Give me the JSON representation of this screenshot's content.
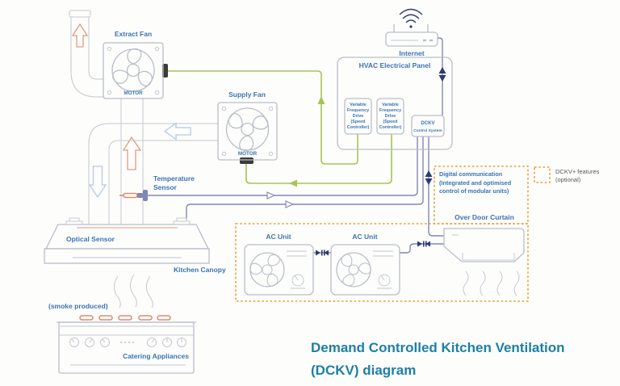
{
  "diagram": {
    "labels": {
      "extract_fan": "Extract Fan",
      "motor": "MOTOR",
      "supply_fan": "Supply Fan",
      "internet": "Internet",
      "hvac_panel": "HVAC Electrical Panel",
      "vfd_lines": [
        "Variable",
        "Frequency",
        "Drive",
        "(Speed",
        "Controller)"
      ],
      "dckv_lines": [
        "DCKV",
        "Control System"
      ],
      "digital_comm_lines": [
        "Digital communication",
        "(Integrated and optimised",
        "control of modular units)"
      ],
      "dckv_plus_lines": [
        "DCKV+ features",
        "(optional)"
      ],
      "over_door_curtain": "Over Door Curtain",
      "ac_unit": "AC Unit",
      "temperature_sensor_lines": [
        "Temperature",
        "Sensor"
      ],
      "optical_sensor": "Optical Sensor",
      "kitchen_canopy": "Kitchen Canopy",
      "smoke_produced": "(smoke produced)",
      "catering_appliances": "Catering Appliances",
      "title_lines": [
        "Demand Controlled Kitchen Ventilation",
        "(DCKV) diagram"
      ]
    },
    "colors": {
      "label_blue": "#3a74b4",
      "title_teal": "#1e7fa3",
      "wire_green": "#a8c455",
      "wire_slate": "#8088b6",
      "arrow_navy": "#2c3a74",
      "dashed_orange": "#e9a13b",
      "airflow_orange": "#e59a7e",
      "airflow_blue": "#b3c9e6",
      "outline_gray": "#b9bec8",
      "legend_text": "#58595c"
    }
  }
}
